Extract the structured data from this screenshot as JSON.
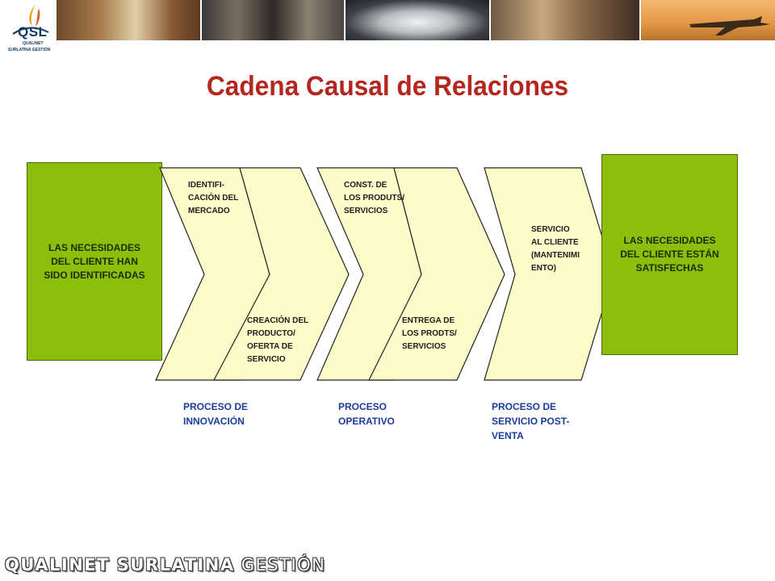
{
  "header": {
    "logo_text": "QSL",
    "logo_line1": "QUALINET",
    "logo_line2": "SURLATINA GESTIÓN"
  },
  "title": "Cadena Causal de Relaciones",
  "boxes": {
    "left": "LAS NECESIDADES\nDEL CLIENTE HAN\nSIDO IDENTIFICADAS",
    "right": "LAS NECESIDADES\nDEL CLIENTE ESTÁN\nSATISFECHAS"
  },
  "steps": [
    {
      "label": "IDENTIFI-\nCACIÓN DEL\nMERCADO"
    },
    {
      "label": "CREACIÓN DEL\nPRODUCTO/\nOFERTA DE\nSERVICIO"
    },
    {
      "label": "CONST. DE\nLOS PRODUTS/\nSERVICIOS"
    },
    {
      "label": "ENTREGA DE\nLOS PRODTS/\nSERVICIOS"
    },
    {
      "label": "SERVICIO\nAL CLIENTE\n(MANTENIMI\nENTO)"
    }
  ],
  "processes": [
    {
      "label": "PROCESO DE\nINNOVACIÓN"
    },
    {
      "label": "PROCESO\nOPERATIVO"
    },
    {
      "label": "PROCESO DE\nSERVICIO POST-\nVENTA"
    }
  ],
  "footer": {
    "bold": "QUALINET SURLATINA",
    "light": " GESTIÓN"
  },
  "colors": {
    "title": "#b5261e",
    "green": "#8cbf0b",
    "chevron_fill": "#fdfbc8",
    "process_text": "#1a3d9e"
  }
}
